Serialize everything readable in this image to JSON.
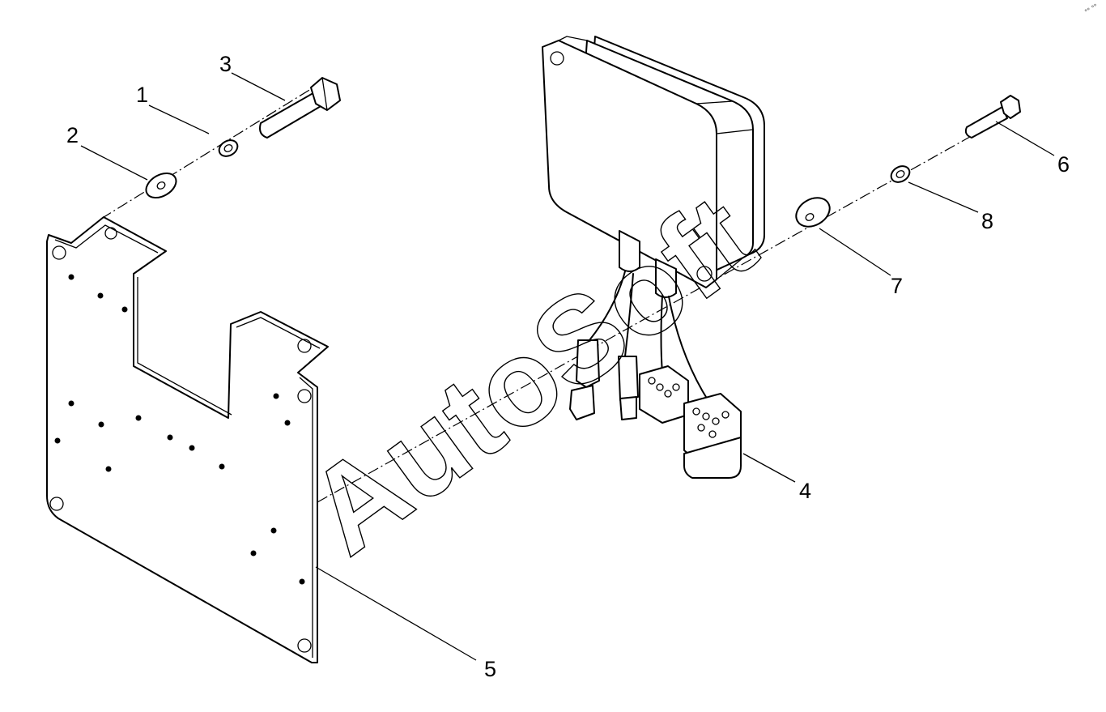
{
  "callouts": [
    {
      "id": "1",
      "label": "1"
    },
    {
      "id": "2",
      "label": "2"
    },
    {
      "id": "3",
      "label": "3"
    },
    {
      "id": "4",
      "label": "4"
    },
    {
      "id": "5",
      "label": "5"
    },
    {
      "id": "6",
      "label": "6"
    },
    {
      "id": "7",
      "label": "7"
    },
    {
      "id": "8",
      "label": "8"
    }
  ],
  "watermark": "AutoSoft",
  "corner_mark": "°° °°"
}
